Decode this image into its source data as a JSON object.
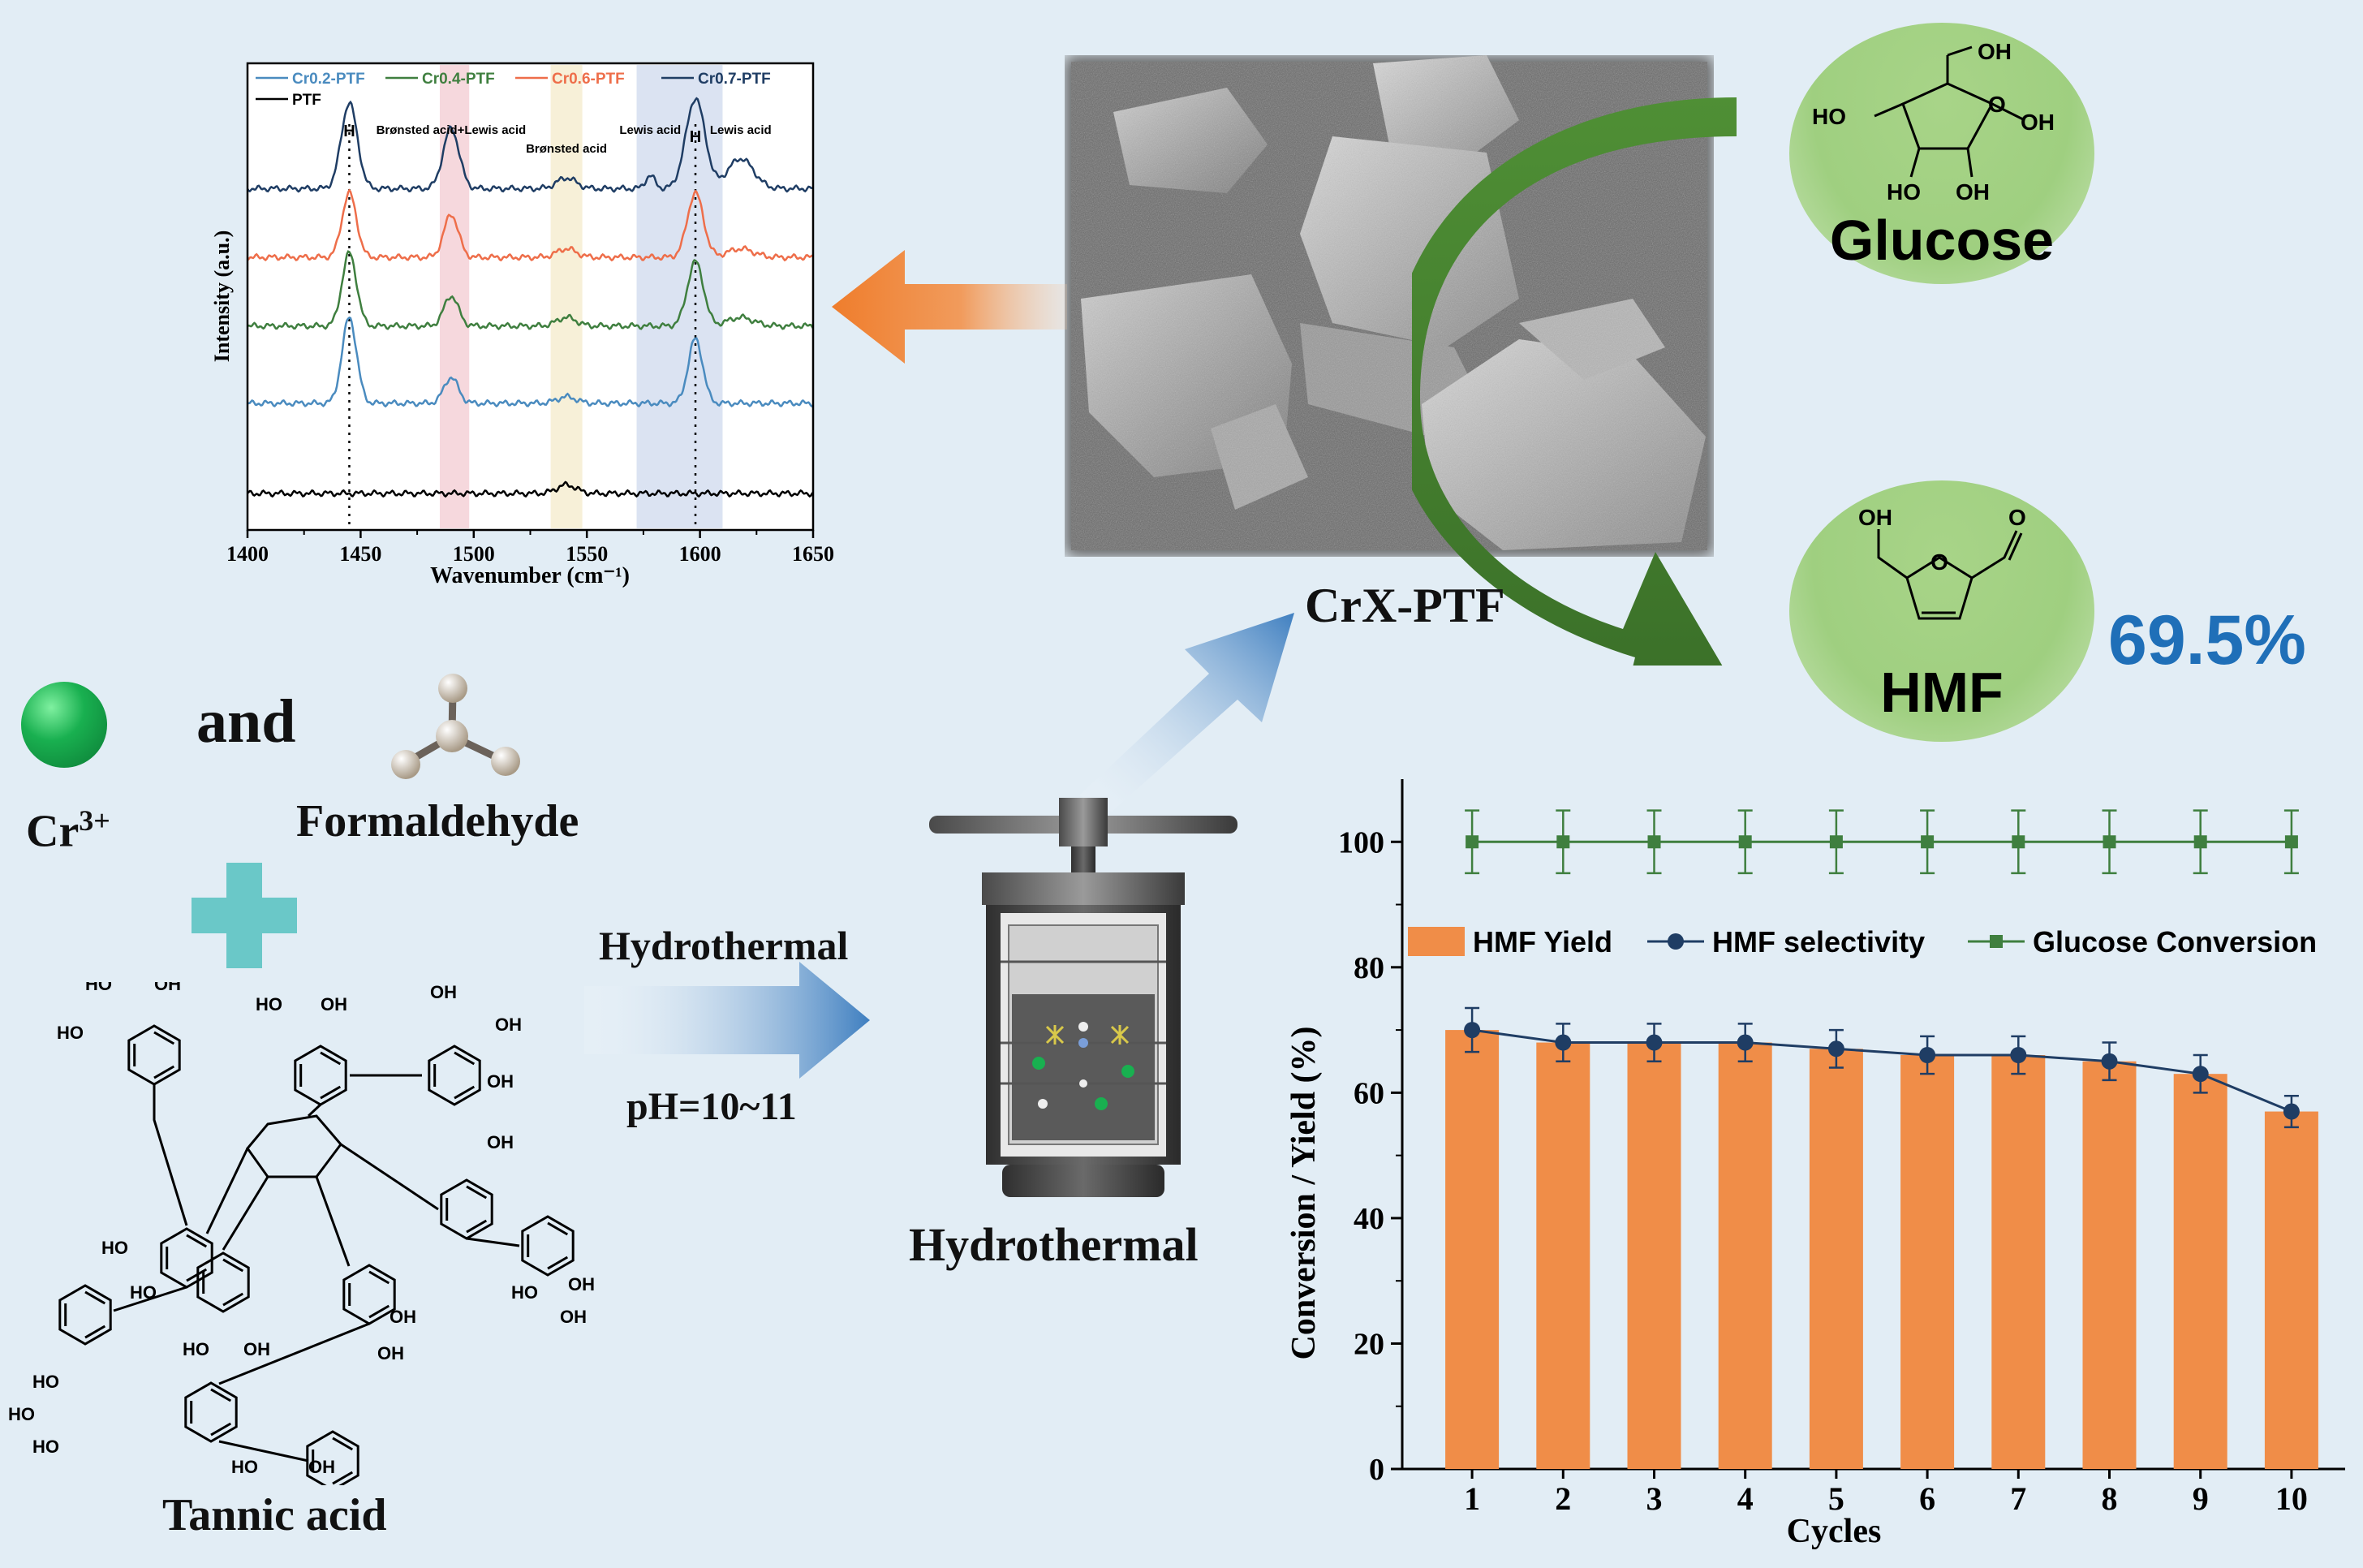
{
  "labels": {
    "cr": "Cr",
    "cr_sup": "3+",
    "and": "and",
    "formaldehyde": "Formaldehyde",
    "tannic_acid": "Tannic acid",
    "hydrothermal_arrow_top": "Hydrothermal",
    "ph": "pH=10~11",
    "hydrothermal_reactor": "Hydrothermal",
    "crx_ptf": "CrX-PTF",
    "glucose": "Glucose",
    "hmf": "HMF",
    "hmf_yield_value": "69.5%",
    "glucose_oh1": "OH",
    "glucose_oh2": "HO",
    "glucose_oh3": "OH",
    "glucose_oh4": "HO",
    "glucose_oh5": "OH",
    "glucose_o": "O",
    "hmf_oh": "OH",
    "hmf_o1": "O",
    "hmf_o2": "O"
  },
  "colors": {
    "background": "#e2edf5",
    "orange_arrow": "#ef7d2c",
    "blue_arrow": "#3f7fc0",
    "green_arrow": "#3f7a2c",
    "green_circle": "#9fcf80",
    "bar": "#f08d48",
    "selectivity": "#1f3d64",
    "conversion": "#3f7f3f",
    "cr_ball": "#13a84a",
    "cross": "#6ac8c8",
    "yield_text": "#1f6fb8"
  },
  "chart_data": [
    {
      "type": "line",
      "title": "",
      "xlabel": "Wavenumber (cm⁻¹)",
      "ylabel": "Intensity (a.u.)",
      "xlim": [
        1400,
        1650
      ],
      "xticks": [
        "1400",
        "1450",
        "1500",
        "1550",
        "1600",
        "1650"
      ],
      "legend_position": "top",
      "annotations": [
        {
          "text": "H",
          "x": 1445
        },
        {
          "text": "Brønsted acid+Lewis acid",
          "x": 1490
        },
        {
          "text": "Brønsted acid",
          "x": 1541
        },
        {
          "text": "Lewis acid",
          "x": 1578
        },
        {
          "text": "H",
          "x": 1598
        },
        {
          "text": "Lewis acid",
          "x": 1618
        }
      ],
      "bands": [
        {
          "from": 1485,
          "to": 1498,
          "color": "#f6d8dd"
        },
        {
          "from": 1534,
          "to": 1548,
          "color": "#f7f0d8"
        },
        {
          "from": 1572,
          "to": 1610,
          "color": "#dbe3f2"
        }
      ],
      "series": [
        {
          "name": "Cr0.7-PTF",
          "color": "#1f3d64",
          "baseline": 0.78,
          "peaks": [
            [
              1445,
              0.2,
              5
            ],
            [
              1490,
              0.14,
              5
            ],
            [
              1541,
              0.025,
              6
            ],
            [
              1578,
              0.03,
              3
            ],
            [
              1598,
              0.21,
              6
            ],
            [
              1618,
              0.07,
              8
            ]
          ]
        },
        {
          "name": "Cr0.6-PTF",
          "color": "#ee6e4a",
          "baseline": 0.62,
          "peaks": [
            [
              1445,
              0.15,
              4.5
            ],
            [
              1490,
              0.1,
              4.5
            ],
            [
              1541,
              0.02,
              6
            ],
            [
              1598,
              0.15,
              5
            ],
            [
              1618,
              0.02,
              8
            ]
          ]
        },
        {
          "name": "Cr0.4-PTF",
          "color": "#3f7f3f",
          "baseline": 0.46,
          "peaks": [
            [
              1445,
              0.17,
              4.5
            ],
            [
              1490,
              0.07,
              4.5
            ],
            [
              1541,
              0.02,
              6
            ],
            [
              1598,
              0.15,
              5
            ],
            [
              1618,
              0.02,
              8
            ]
          ]
        },
        {
          "name": "Cr0.2-PTF",
          "color": "#4a8bbf",
          "baseline": 0.28,
          "peaks": [
            [
              1445,
              0.2,
              4.5
            ],
            [
              1490,
              0.06,
              4.5
            ],
            [
              1541,
              0.015,
              6
            ],
            [
              1598,
              0.15,
              4.5
            ]
          ]
        },
        {
          "name": "PTF",
          "color": "#000000",
          "baseline": 0.07,
          "peaks": [
            [
              1541,
              0.02,
              6
            ]
          ]
        }
      ]
    },
    {
      "type": "bar",
      "title": "",
      "xlabel": "Cycles",
      "ylabel": "Conversion / Yield (%)",
      "ylim": [
        0,
        110
      ],
      "yticks": [
        0,
        20,
        40,
        60,
        80,
        100
      ],
      "categories": [
        "1",
        "2",
        "3",
        "4",
        "5",
        "6",
        "7",
        "8",
        "9",
        "10"
      ],
      "legend_position": "top",
      "series": [
        {
          "name": "HMF Yield",
          "kind": "bar",
          "values": [
            70,
            68,
            68,
            68,
            67,
            66,
            66,
            65,
            63,
            57
          ]
        },
        {
          "name": "HMF selectivity",
          "kind": "line",
          "values": [
            70,
            68,
            68,
            68,
            67,
            66,
            66,
            65,
            63,
            57
          ],
          "errors": [
            3.5,
            3,
            3,
            3,
            3,
            3,
            3,
            3,
            3,
            2.5
          ]
        },
        {
          "name": "Glucose Conversion",
          "kind": "line",
          "values": [
            100,
            100,
            100,
            100,
            100,
            100,
            100,
            100,
            100,
            100
          ],
          "errors": [
            5,
            5,
            5,
            5,
            5,
            5,
            5,
            5,
            5,
            5
          ]
        }
      ]
    }
  ]
}
